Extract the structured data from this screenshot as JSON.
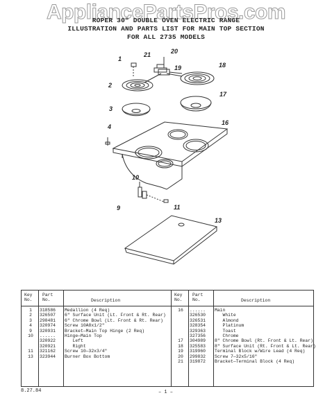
{
  "watermark": "AppliancePartsPros.com",
  "title_lines": [
    "ROPER 30\" DOUBLE OVEN ELECTRIC RANGE",
    "ILLUSTRATION AND PARTS LIST FOR MAIN TOP SECTION",
    "FOR ALL 2735 MODELS"
  ],
  "callouts": [
    "1",
    "2",
    "3",
    "4",
    "9",
    "10",
    "11",
    "13",
    "16",
    "17",
    "18",
    "19",
    "20",
    "21"
  ],
  "table": {
    "headers": {
      "key": "Key\nNo.",
      "part": "Part\nNo.",
      "desc": "Description"
    },
    "left_rows": [
      {
        "key": "1",
        "part": "318586",
        "desc": "Medallion (4 Req)"
      },
      {
        "key": "2",
        "part": "326507",
        "desc": "6\" Surface Unit (Lt. Front & Rt. Rear)"
      },
      {
        "key": "3",
        "part": "298481",
        "desc": "6\" Chrome Bowl (Lt. Front & Rt. Rear)"
      },
      {
        "key": "4",
        "part": "320974",
        "desc": "Screw 10A8x1/2\""
      },
      {
        "key": "9",
        "part": "320931",
        "desc": "Bracket—Main Top Hinge (2 Req)"
      },
      {
        "key": "10",
        "part": "......",
        "desc": "Hinge—Main Top"
      },
      {
        "key": "",
        "part": "320922",
        "desc": "   Left"
      },
      {
        "key": "",
        "part": "320921",
        "desc": "   Right"
      },
      {
        "key": "11",
        "part": "321162",
        "desc": "Screw 10—32x3/4\""
      },
      {
        "key": "13",
        "part": "323944",
        "desc": "Burner Box Bottom"
      }
    ],
    "right_rows": [
      {
        "key": "16",
        "part": "......",
        "desc": "Main"
      },
      {
        "key": "",
        "part": "326530",
        "desc": "   White"
      },
      {
        "key": "",
        "part": "326531",
        "desc": "   Almond"
      },
      {
        "key": "",
        "part": "328354",
        "desc": "   Platinum"
      },
      {
        "key": "",
        "part": "329363",
        "desc": "   Toast"
      },
      {
        "key": "",
        "part": "327356",
        "desc": "   Chrome"
      },
      {
        "key": "17",
        "part": "304989",
        "desc": "8\" Chrome Bowl (Rt. Front & Lt. Rear)"
      },
      {
        "key": "18",
        "part": "325583",
        "desc": "8\" Surface Unit (Rt. Front & Lt. Rear)"
      },
      {
        "key": "19",
        "part": "319960",
        "desc": "Terminal Block w/Wire Lead (4 Req)"
      },
      {
        "key": "20",
        "part": "299832",
        "desc": "Screw 7—32x5/16\""
      },
      {
        "key": "21",
        "part": "319872",
        "desc": "Bracket—Terminal Block (4 Req)"
      }
    ]
  },
  "footer": {
    "date": "8.27.84",
    "page": "– 1 –"
  }
}
